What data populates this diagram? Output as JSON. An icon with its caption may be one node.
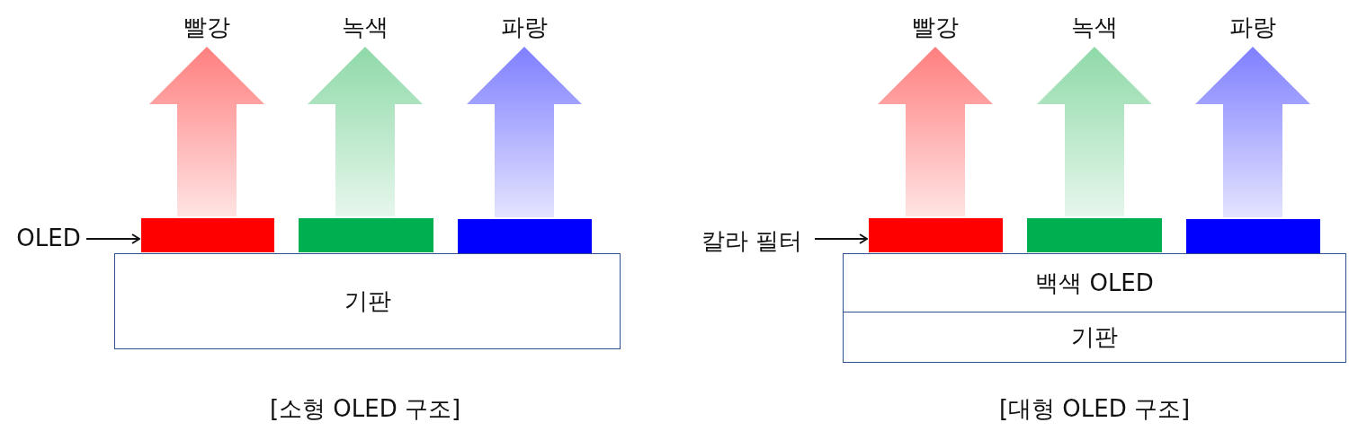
{
  "diagram": {
    "nodes": [
      {
        "text": [
          "OLED"
        ]
      },
      {
        "text": [],
        "shape": "bar"
      },
      {
        "text": [],
        "shape": "bar"
      },
      {
        "text": [],
        "shape": "bar"
      },
      {
        "text": [
          "기판"
        ]
      },
      {
        "text": [
          "빨강"
        ]
      },
      {
        "text": [
          "녹색"
        ]
      },
      {
        "text": [
          "파랑"
        ]
      },
      {
        "text": [
          "칼라 필터"
        ]
      },
      {
        "text": [],
        "shape": "bar"
      },
      {
        "text": [],
        "shape": "bar"
      },
      {
        "text": [],
        "shape": "bar"
      },
      {
        "text": [
          "백색 OLED"
        ]
      },
      {
        "text": [
          "기판"
        ]
      },
      {
        "text": [
          "빨강"
        ]
      },
      {
        "text": [
          "녹색"
        ]
      },
      {
        "text": [
          "파랑"
        ]
      }
    ],
    "edges": [
      {
        "from": 0,
        "to": 1,
        "arrow": "to"
      },
      {
        "from": 1,
        "to": 5,
        "arrow": "to",
        "style": "thick",
        "color": "#ff7f7f"
      },
      {
        "from": 2,
        "to": 6,
        "arrow": "to",
        "style": "thick",
        "color": "#8fd9a8"
      },
      {
        "from": 3,
        "to": 7,
        "arrow": "to",
        "style": "thick",
        "color": "#7f7fff"
      },
      {
        "from": 8,
        "to": 9,
        "arrow": "to"
      },
      {
        "from": 9,
        "to": 14,
        "arrow": "to",
        "style": "thick",
        "color": "#ff7f7f"
      },
      {
        "from": 10,
        "to": 15,
        "arrow": "to",
        "style": "thick",
        "color": "#8fd9a8"
      },
      {
        "from": 11,
        "to": 16,
        "arrow": "to",
        "style": "thick",
        "color": "#7f7fff"
      }
    ],
    "labels": [
      "[소형 OLED 구조]",
      "[대형 OLED 구조]"
    ]
  }
}
